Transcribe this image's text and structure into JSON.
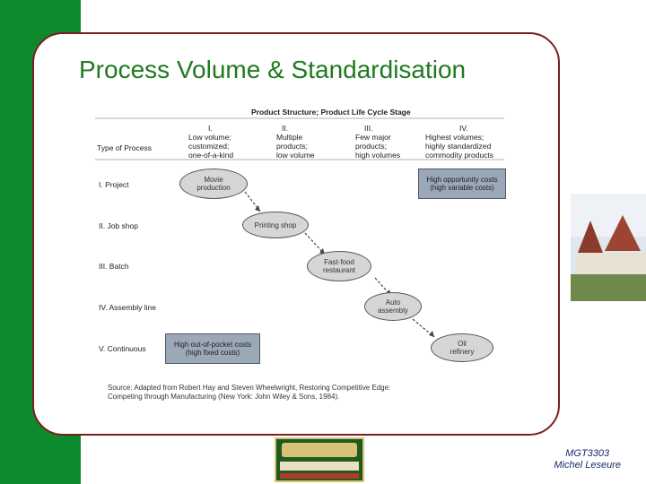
{
  "slide": {
    "title": "Process Volume & Standardisation",
    "source": "Source: Adapted from Robert Hay and Steven Wheelwright, Restoring Competitive Edge: Competing through Manufacturing (New York: John Wiley & Sons, 1984).",
    "source_line1": "Source: Adapted from Robert Hay and Steven Wheelwright, Restoring Competitive Edge:",
    "source_line2": "Competing through Manufacturing (New York: John Wiley & Sons, 1984).",
    "footer_course": "MGT3303",
    "footer_author": "Michel Leseure"
  },
  "matrix": {
    "header_title": "Product Structure; Product Life Cycle Stage",
    "row_header": "Type of Process",
    "stages": [
      {
        "num": "I.",
        "line1": "Low volume;",
        "line2": "customized;",
        "line3": "one-of-a-kind"
      },
      {
        "num": "II.",
        "line1": "Multiple",
        "line2": "products;",
        "line3": "low volume"
      },
      {
        "num": "III.",
        "line1": "Few major",
        "line2": "products;",
        "line3": "high volumes"
      },
      {
        "num": "IV.",
        "line1": "Highest volumes;",
        "line2": "highly standardized",
        "line3": "commodity products"
      }
    ],
    "processes": [
      "I. Project",
      "II. Job shop",
      "III. Batch",
      "IV. Assembly line",
      "V. Continuous"
    ],
    "examples": [
      {
        "line1": "Movie",
        "line2": "production"
      },
      {
        "line1": "Printing shop",
        "line2": ""
      },
      {
        "line1": "Fast-food",
        "line2": "restaurant"
      },
      {
        "line1": "Auto",
        "line2": "assembly"
      },
      {
        "line1": "Oil",
        "line2": "refinery"
      }
    ],
    "box_top_right": {
      "line1": "High opportunity costs",
      "line2": "(high variable costs)"
    },
    "box_bottom_left": {
      "line1": "High out-of-pocket costs",
      "line2": "(high fixed costs)"
    }
  },
  "colors": {
    "green_bar": "#0e8a2e",
    "title": "#1f7a1f",
    "frame_border": "#7a1f1f",
    "node_fill": "#d6d6d6",
    "box_fill": "#9aa8b8"
  }
}
